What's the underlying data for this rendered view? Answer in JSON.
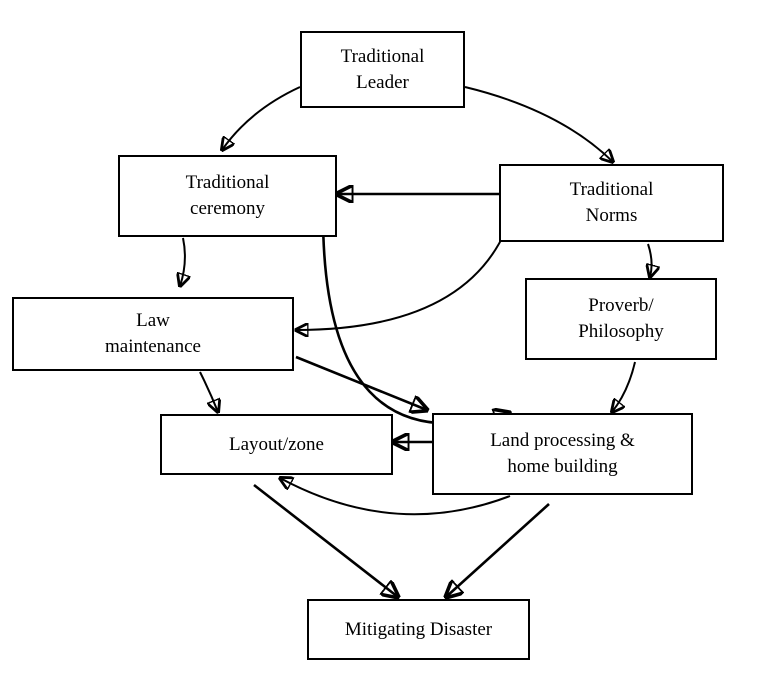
{
  "nodes": {
    "traditional_leader": "Traditional\nLeader",
    "traditional_ceremony": "Traditional\nceremony",
    "traditional_norms": "Traditional\nNorms",
    "proverb_philosophy": "Proverb/\nPhilosophy",
    "law_maintenance": "Law\nmaintenance",
    "layout_zone": "Layout/zone",
    "land_processing": "Land processing &\nhome building",
    "mitigating_disaster": "Mitigating Disaster"
  },
  "colors": {
    "stroke": "#000000",
    "background": "#ffffff"
  }
}
